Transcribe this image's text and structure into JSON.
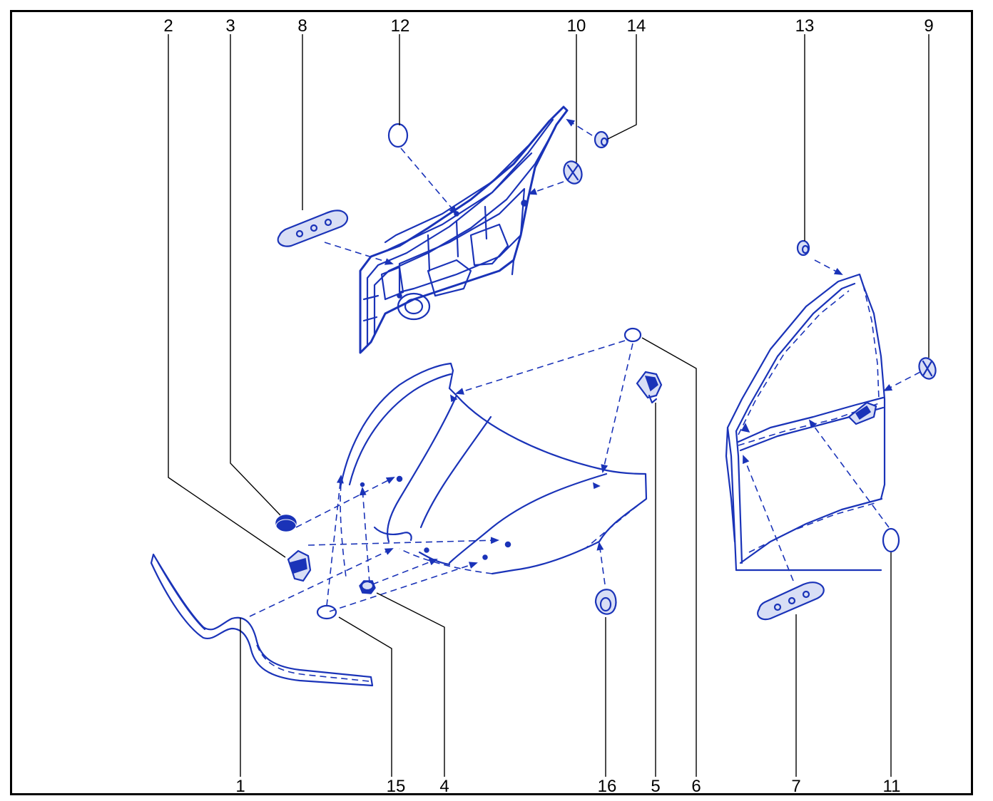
{
  "callouts": {
    "c1": "1",
    "c2": "2",
    "c3": "3",
    "c4": "4",
    "c5": "5",
    "c6": "6",
    "c7": "7",
    "c8": "8",
    "c9": "9",
    "c10": "10",
    "c11": "11",
    "c12": "12",
    "c13": "13",
    "c14": "14",
    "c15": "15",
    "c16": "16"
  },
  "colors": {
    "line_art": "#1a33b8",
    "leader": "#000000",
    "frame": "#000000"
  }
}
